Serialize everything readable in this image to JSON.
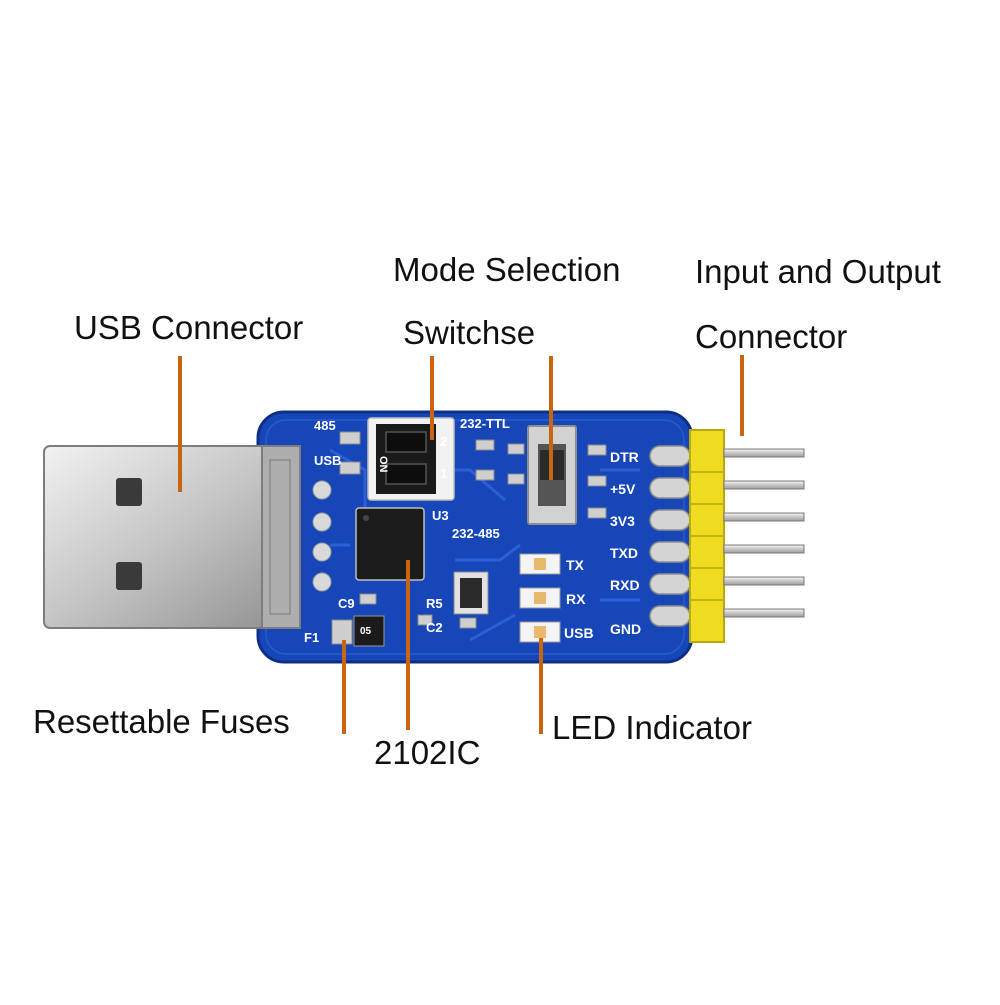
{
  "colors": {
    "board": "#1646b8",
    "board_edge": "#0e2f86",
    "leader": "#c9640f",
    "header": "#f0dc1e",
    "chip": "#1b1b1b",
    "metal": "#c8c8c8"
  },
  "callouts": {
    "usb_connector": "USB Connector",
    "mode_selection_line1": "Mode Selection",
    "mode_selection_line2": "Switchse",
    "io_line1": "Input and Output",
    "io_line2": "Connector",
    "resettable_fuses": "Resettable Fuses",
    "ic": "2102IC",
    "led_indicator": "LED Indicator"
  },
  "silkscreen": {
    "sw_485": "485",
    "sw_usb": "USB",
    "dip_on": "ON",
    "dip_2": "2",
    "dip_1": "1",
    "mode_232_ttl": "232-TTL",
    "mode_232_485": "232-485",
    "u3": "U3",
    "c9": "C9",
    "f1": "F1",
    "r5": "R5",
    "c2": "C2",
    "fuse_code": "05",
    "led_tx": "TX",
    "led_rx": "RX",
    "led_usb": "USB",
    "pin_dtr": "DTR",
    "pin_5v": "+5V",
    "pin_3v3": "3V3",
    "pin_txd": "TXD",
    "pin_rxd": "RXD",
    "pin_gnd": "GND"
  }
}
